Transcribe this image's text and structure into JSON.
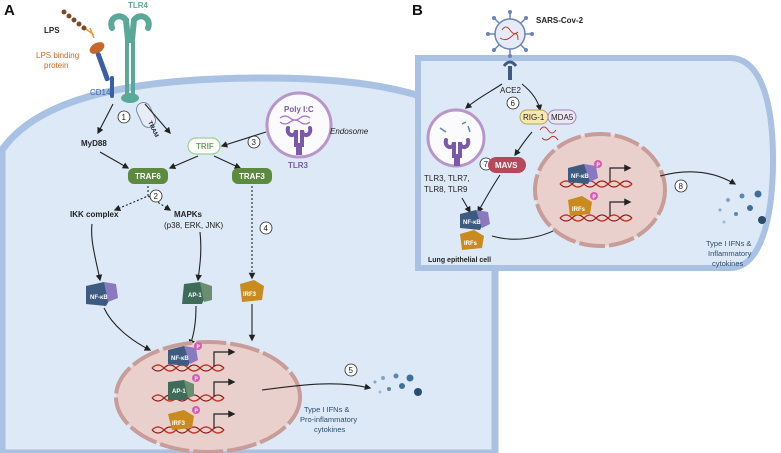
{
  "colors": {
    "cell_fill": "#dde9f7",
    "cell_membrane": "#a9c1e3",
    "nucleus_fill": "#ead0cc",
    "nucleus_border": "#c89c98",
    "traf_green": "#5c8a3e",
    "trif_text": "#6aa84f",
    "tlr4": "#5aa898",
    "tlr3_purple": "#7a5aa8",
    "nfkb": "#3d5a80",
    "ap1": "#3f6b5a",
    "irf3": "#c98a1e",
    "mavs": "#b5485a",
    "dna_red": "#c0392b",
    "phospho": "#d65db1"
  },
  "panel_a": {
    "panel_label": "A",
    "lps": "LPS",
    "tlr4": "TLR4",
    "lps_binding_protein": [
      "LPS binding",
      "protein"
    ],
    "cd14": "CD14",
    "tram": "TRAM",
    "poly_ic": "Poly I:C",
    "endosome": "Endosome",
    "tlr3": "TLR3",
    "myd88": "MyD88",
    "trif": "TRIF",
    "traf6": "TRAF6",
    "traf3": "TRAF3",
    "ikk_complex": "IKK complex",
    "mapks": "MAPKs",
    "mapks_sub": "(p38, ERK, JNK)",
    "nfkb": "NF-κB",
    "ap1": "AP-1",
    "irf3": "IRF3",
    "p": "P",
    "steps": [
      "1",
      "2",
      "3",
      "4",
      "5"
    ],
    "output": [
      "Type I IFNs &",
      "Pro-inflammatory",
      "cytokines"
    ]
  },
  "panel_b": {
    "panel_label": "B",
    "virus": "SARS-Cov-2",
    "ace2": "ACE2",
    "rig1": "RIG-1",
    "mda5": "MDA5",
    "mavs": "MAVS",
    "tlrs": [
      "TLR3, TLR7,",
      "TLR8, TLR9"
    ],
    "nfkb": "NF-κB",
    "irfs": "IRFs",
    "p": "P",
    "cell_label": "Lung epithelial cell",
    "steps": [
      "6",
      "7",
      "8"
    ],
    "output": [
      "Type I IFNs &",
      "Inflammatory",
      "cytokines"
    ]
  }
}
